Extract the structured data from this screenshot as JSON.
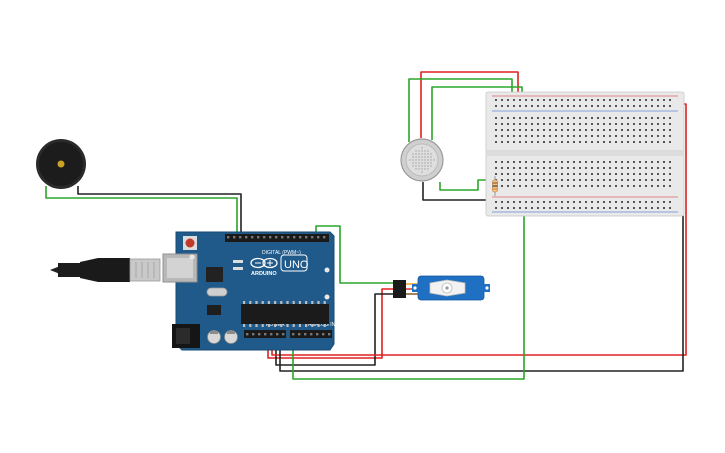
{
  "canvas": {
    "background": "#ffffff"
  },
  "arduino": {
    "brand_text": "ARDUINO",
    "model_text": "UNO",
    "digital_label": "DIGITAL (PWM~)",
    "power_label": "POWER",
    "analog_label": "ANALOG IN",
    "board_color": "#1f5a8a",
    "header_color": "#1a1a1a"
  },
  "breadboard": {
    "body_color": "#e9e9e9",
    "rail_red": "#d22",
    "rail_blue": "#2255cc"
  },
  "components": {
    "buzzer": {
      "icon": "piezo-buzzer-icon"
    },
    "sensor": {
      "icon": "round-sensor-icon"
    },
    "servo": {
      "icon": "micro-servo-icon"
    },
    "resistor": {
      "icon": "resistor-icon"
    },
    "usb": {
      "icon": "usb-cable-icon"
    }
  },
  "wires": {
    "green": "#2aa52a",
    "red": "#e02020",
    "black": "#222222",
    "orange": "#f39c12"
  }
}
